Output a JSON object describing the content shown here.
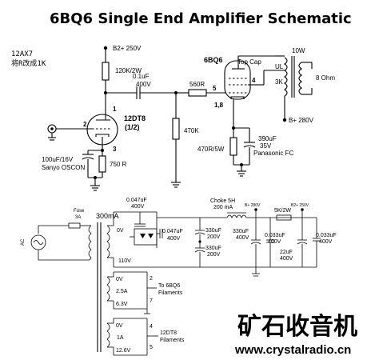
{
  "title": "6BQ6 Single End Amplifier Schematic",
  "note": {
    "line1": "12AX7",
    "line2": "将R改成1K"
  },
  "watermark": {
    "text_cn": "矿石收音机",
    "url": "www.crystalradio.cn",
    "color_cn": "#2a4aa0",
    "color_url": "#1d3a8a"
  },
  "labels": {
    "b_plus_250": "B2+ 250V",
    "r_120k": "120K/2W",
    "c_01u": "0.1uF",
    "c_01u_v": "400V",
    "tube_12dt8": "12DT8",
    "tube_12dt8_half": "(1/2)",
    "pin1": "1",
    "pin2": "2",
    "pin3": "3",
    "c_100u": "100uF/16V",
    "c_100u_brand": "Sanyo OSCON",
    "r_750": "750 R",
    "r_470k": "470K",
    "r_560": "560R",
    "tube_6bq6": "6BQ6",
    "top_cap": "Top Cap",
    "pin5": "5",
    "pin4": "4",
    "pin18": "1,8",
    "r_470sw": "470R/5W",
    "c_390u": "390uF",
    "c_390u_v": "35V",
    "c_390u_brand": "Panasonic FC",
    "ot_power": "10W",
    "ot_ul": "UL",
    "ot_3k": "3K",
    "ot_8ohm": "8 Ohm",
    "b_plus_280": "B+ 280V",
    "fuse": "Fuse",
    "fuse_rating": "3A",
    "ac": "AC",
    "pt_current": "300mA",
    "pt_0v": "0V",
    "pt_110v": "110V",
    "c_047_top": "0.047uF",
    "c_047_top_v": "400V",
    "c_047_mid": "0.047uF",
    "c_047_mid_v": "400V",
    "c_330_a": "330uF",
    "c_330_a_v": "200V",
    "c_330_b": "330uF",
    "c_330_b_v": "200V",
    "choke": "Choke 5H",
    "choke_current": "200 mA",
    "b_plus_280_small": "B+ 280V",
    "c_330_c": "330uF",
    "c_330_c_v": "400V",
    "r_5k": "5K/2W",
    "b2_plus_250_small": "B2+ 250V",
    "c_0033_a": "0.033uF",
    "c_0033_a_v": "400V",
    "c_22u": "22uF",
    "c_22u_v": "400V",
    "c_0033_b": "0.033uF",
    "c_0033_b_v": "400V",
    "w2_pin2": "2",
    "w2_0v": "0V",
    "w2_25a": "2.5A",
    "w2_63v": "6.3V",
    "w2_pin7": "7",
    "w2_to": "To 6BQ6",
    "w2_fil": "Filaments",
    "w3_0v": "0V",
    "w3_1a": "1A",
    "w3_126v": "12.6V",
    "w3_pin4": "4",
    "w3_pin5": "5",
    "w3_to": "12DT8",
    "w3_fil": "Filaments"
  }
}
